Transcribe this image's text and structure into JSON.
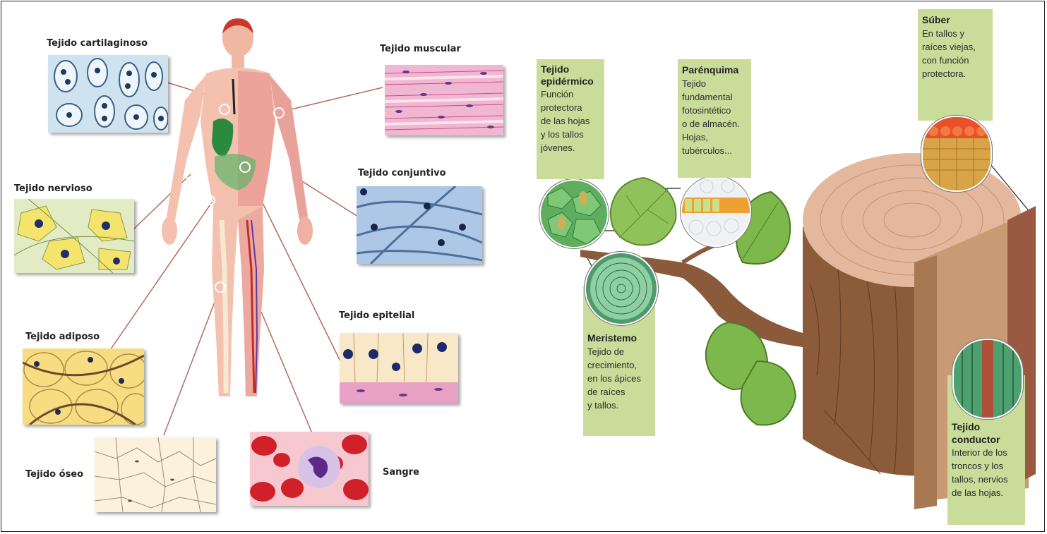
{
  "animal": {
    "cartilaginoso": "Tejido cartilaginoso",
    "muscular": "Tejido muscular",
    "nervioso": "Tejido nervioso",
    "conjuntivo": "Tejido  conjuntivo",
    "epitelial": "Tejido epitelial",
    "adiposo": "Tejido adiposo",
    "oseo": "Tejido óseo",
    "sangre": "Sangre"
  },
  "plant": {
    "epidermico": {
      "title": "Tejido\nepidérmico",
      "desc": "Función\nprotectora\nde las hojas\ny los tallos\njóvenes."
    },
    "parenquima": {
      "title": "Parénquima",
      "desc": "Tejido\nfundamental\nfotosintético\no de almacén.\nHojas,\ntubérculos..."
    },
    "suber": {
      "title": "Súber",
      "desc": "En tallos y\nraíces viejas,\ncon función\nprotectora."
    },
    "meristemo": {
      "title": "Meristemo",
      "desc": "Tejido de\ncrecimiento,\nen los ápices\nde raíces\ny tallos."
    },
    "conductor": {
      "title": "Tejido\nconductor",
      "desc": "Interior de los\ntroncos y los\ntallos, nervios\nde las hojas."
    }
  },
  "colors": {
    "label_box": "#c9dc9a",
    "connector": "#b56a5a",
    "skin": "#f2b9a4",
    "bark": "#8a5a3a"
  }
}
